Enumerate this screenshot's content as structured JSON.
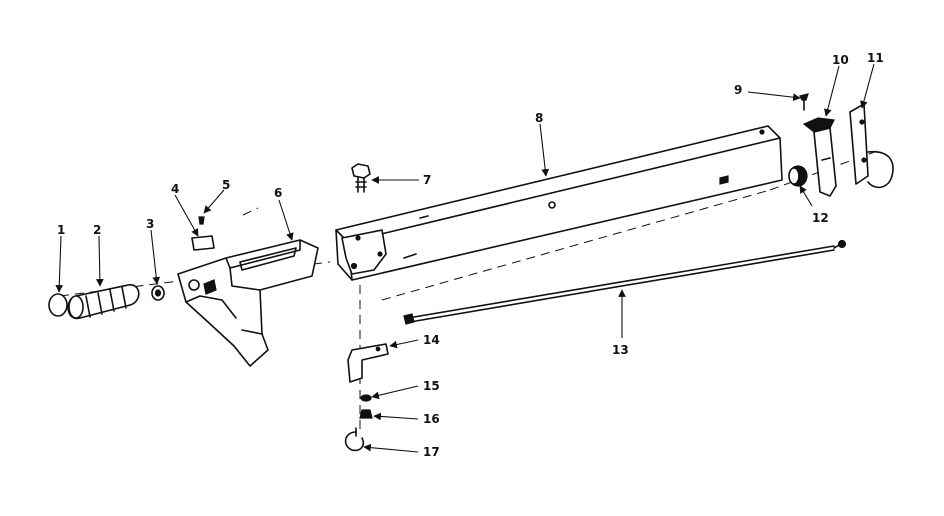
{
  "callouts": [
    "1",
    "2",
    "3",
    "4",
    "5",
    "6",
    "7",
    "8",
    "9",
    "10",
    "11",
    "12",
    "13",
    "14",
    "15",
    "16",
    "17"
  ],
  "colors": {
    "ink": "#111111",
    "paper": "#ffffff"
  }
}
